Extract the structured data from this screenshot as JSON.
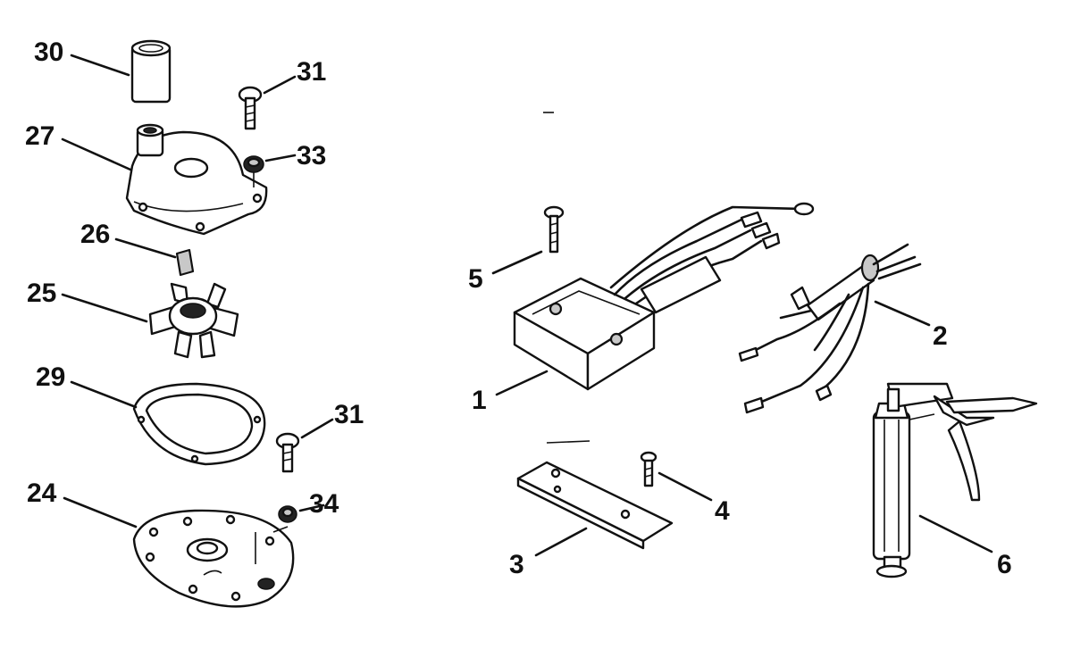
{
  "diagram": {
    "callouts": [
      {
        "id": "30",
        "label": "30"
      },
      {
        "id": "31a",
        "label": "31"
      },
      {
        "id": "27",
        "label": "27"
      },
      {
        "id": "33",
        "label": "33"
      },
      {
        "id": "26",
        "label": "26"
      },
      {
        "id": "25",
        "label": "25"
      },
      {
        "id": "29",
        "label": "29"
      },
      {
        "id": "31b",
        "label": "31"
      },
      {
        "id": "24",
        "label": "24"
      },
      {
        "id": "34",
        "label": "34"
      },
      {
        "id": "5",
        "label": "5"
      },
      {
        "id": "1",
        "label": "1"
      },
      {
        "id": "2",
        "label": "2"
      },
      {
        "id": "3",
        "label": "3"
      },
      {
        "id": "4",
        "label": "4"
      },
      {
        "id": "6",
        "label": "6"
      }
    ],
    "colors": {
      "ink": "#111111",
      "paper": "#ffffff"
    }
  }
}
